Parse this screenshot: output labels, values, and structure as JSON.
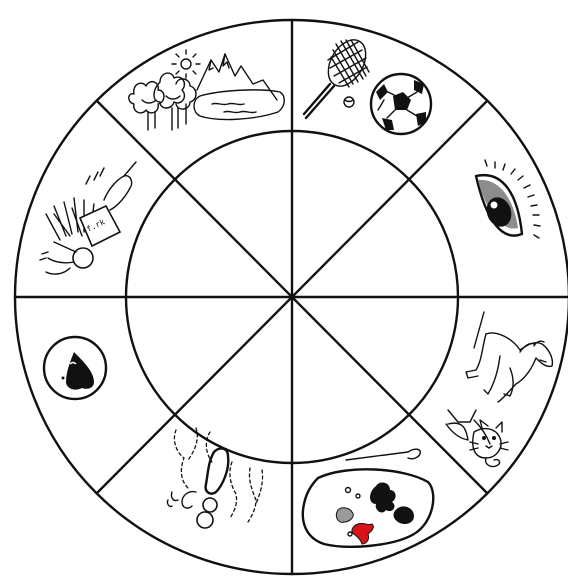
{
  "diagram": {
    "type": "sensory-wheel",
    "ring_outline_color": "#111111",
    "background_color": "#ffffff",
    "accent_red": "#d7141a",
    "sectors": [
      {
        "id": "nature",
        "icon": "landscape-icon"
      },
      {
        "id": "sports",
        "icon": "racket-and-ball-icon"
      },
      {
        "id": "sight",
        "icon": "eye-icon"
      },
      {
        "id": "animals",
        "icon": "cat-and-horse-icon"
      },
      {
        "id": "art",
        "icon": "paint-palette-icon"
      },
      {
        "id": "walking",
        "icon": "footprints-icon"
      },
      {
        "id": "drops",
        "icon": "drop-circle-icon"
      },
      {
        "id": "food",
        "icon": "fries-and-lollipop-icon"
      }
    ],
    "fries_box_text": "f.rk"
  }
}
